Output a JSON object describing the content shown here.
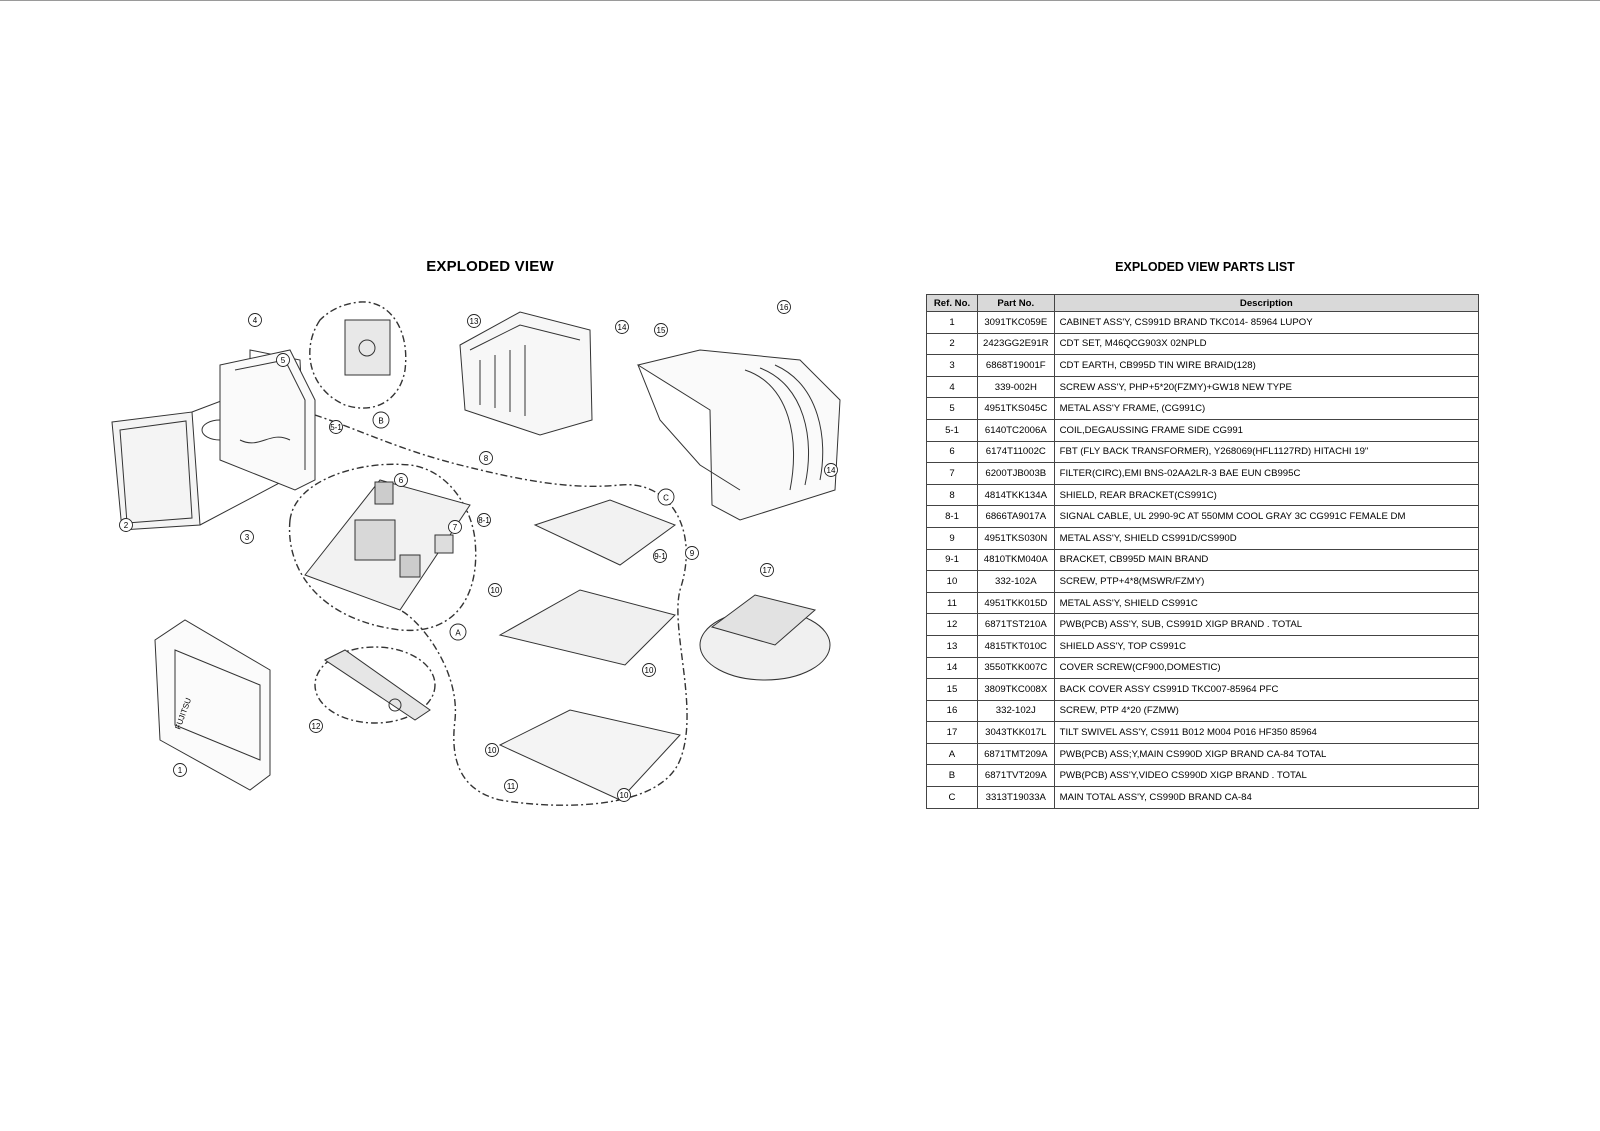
{
  "left_title": "EXPLODED VIEW",
  "right_title": "EXPLODED VIEW PARTS LIST",
  "table": {
    "headers": [
      "Ref. No.",
      "Part No.",
      "Description"
    ],
    "rows": [
      {
        "ref": "1",
        "part": "3091TKC059E",
        "desc": "CABINET ASS'Y, CS991D BRAND TKC014- 85964 LUPOY"
      },
      {
        "ref": "2",
        "part": "2423GG2E91R",
        "desc": "CDT SET,  M46QCG903X 02NPLD"
      },
      {
        "ref": "3",
        "part": "6868T19001F",
        "desc": "CDT EARTH,  CB995D TIN WIRE BRAID(128)"
      },
      {
        "ref": "4",
        "part": "339-002H",
        "desc": "SCREW ASS'Y,  PHP+5*20(FZMY)+GW18 NEW TYPE"
      },
      {
        "ref": "5",
        "part": "4951TKS045C",
        "desc": "METAL ASS'Y FRAME, (CG991C)"
      },
      {
        "ref": "5-1",
        "part": "6140TC2006A",
        "desc": "COIL,DEGAUSSING  FRAME SIDE CG991"
      },
      {
        "ref": "6",
        "part": "6174T11002C",
        "desc": "FBT (FLY BACK TRANSFORMER), Y268069(HFL1127RD) HITACHI 19\""
      },
      {
        "ref": "7",
        "part": "6200TJB003B",
        "desc": "FILTER(CIRC),EMI BNS-02AA2LR-3 BAE EUN CB995C"
      },
      {
        "ref": "8",
        "part": "4814TKK134A",
        "desc": "SHIELD, REAR BRACKET(CS991C)"
      },
      {
        "ref": "8-1",
        "part": "6866TA9017A",
        "desc": "SIGNAL CABLE,  UL 2990-9C AT 550MM COOL GRAY 3C CG991C FEMALE DM"
      },
      {
        "ref": "9",
        "part": "4951TKS030N",
        "desc": " METAL ASS'Y, SHIELD CS991D/CS990D"
      },
      {
        "ref": "9-1",
        "part": "4810TKM040A",
        "desc": "BRACKET, CB995D MAIN BRAND"
      },
      {
        "ref": "10",
        "part": "332-102A",
        "desc": "SCREW, PTP+4*8(MSWR/FZMY)"
      },
      {
        "ref": "11",
        "part": "4951TKK015D",
        "desc": " METAL ASS'Y,  SHIELD CS991C"
      },
      {
        "ref": "12",
        "part": "6871TST210A",
        "desc": "PWB(PCB) ASS'Y, SUB, CS991D XIGP BRAND . TOTAL"
      },
      {
        "ref": "13",
        "part": "4815TKT010C",
        "desc": "SHIELD ASS'Y,  TOP CS991C"
      },
      {
        "ref": "14",
        "part": "3550TKK007C",
        "desc": "COVER SCREW(CF900,DOMESTIC)"
      },
      {
        "ref": "15",
        "part": "3809TKC008X",
        "desc": "BACK COVER ASSY CS991D TKC007-85964 PFC"
      },
      {
        "ref": "16",
        "part": "332-102J",
        "desc": "SCREW, PTP 4*20 (FZMW)"
      },
      {
        "ref": "17",
        "part": "3043TKK017L",
        "desc": "TILT SWIVEL ASS'Y,  CS911 B012 M004 P016 HF350 85964"
      },
      {
        "ref": "A",
        "part": "6871TMT209A",
        "desc": "PWB(PCB) ASS;Y,MAIN CS990D XIGP BRAND CA-84 TOTAL"
      },
      {
        "ref": "B",
        "part": "6871TVT209A",
        "desc": "PWB(PCB) ASS'Y,VIDEO CS990D XIGP BRAND . TOTAL"
      },
      {
        "ref": "C",
        "part": "3313T19033A",
        "desc": " MAIN TOTAL ASS'Y,  CS990D BRAND CA-84"
      }
    ]
  },
  "diagram": {
    "callouts": [
      "1",
      "2",
      "3",
      "4",
      "5",
      "5-1",
      "6",
      "7",
      "8",
      "8-1",
      "9",
      "9-1",
      "10",
      "10",
      "10",
      "10",
      "11",
      "12",
      "13",
      "14",
      "14",
      "15",
      "16",
      "17",
      "A",
      "B",
      "C"
    ],
    "brand_mark": "FUJITSU"
  }
}
